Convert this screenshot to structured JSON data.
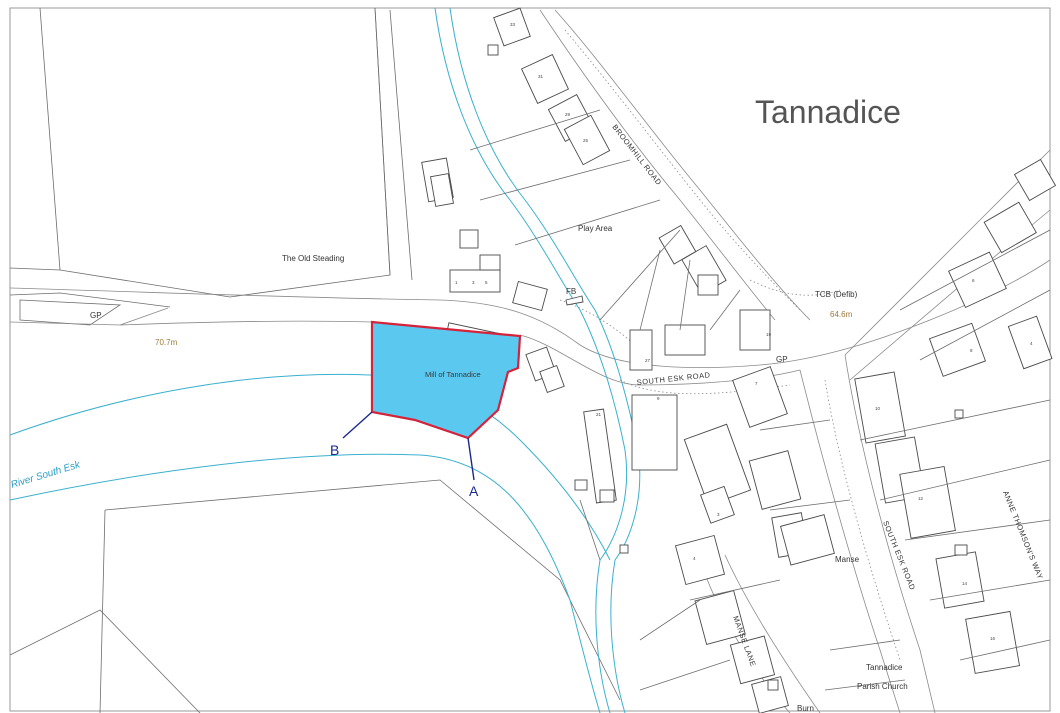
{
  "map": {
    "title": "Tannadice",
    "labels": {
      "old_steading": "The Old Steading",
      "play_area": "Play Area",
      "gp_left": "GP",
      "gp_right": "GP",
      "fb": "FB",
      "tcb": "TCB (Defib)",
      "mill": "Mill of Tannadice",
      "manse": "Manse",
      "church_line1": "Tannadice",
      "church_line2": "Parish Church",
      "bottom_partial": "Burn"
    },
    "roads": {
      "broomhill": "BROOMHILL ROAD",
      "south_esk_1": "SOUTH ESK ROAD",
      "south_esk_2": "SOUTH ESK ROAD",
      "manse_lane": "MANSE LANE",
      "anne_thomson": "ANNE THOMSON'S WAY"
    },
    "spot_heights": {
      "left": "70.7m",
      "right": "64.6m"
    },
    "river": "River South Esk",
    "section_markers": {
      "a": "A",
      "b": "B"
    },
    "house_numbers": [
      "33",
      "31",
      "29",
      "25",
      "1",
      "3",
      "5",
      "19",
      "27",
      "21",
      "9",
      "7",
      "4",
      "3",
      "4",
      "6",
      "8",
      "10",
      "12",
      "14",
      "16"
    ],
    "colors": {
      "site_fill": "#5bc8f0",
      "site_outline": "#d4233a",
      "river": "#3bb0cf",
      "section_line": "#1a2a8c"
    }
  }
}
